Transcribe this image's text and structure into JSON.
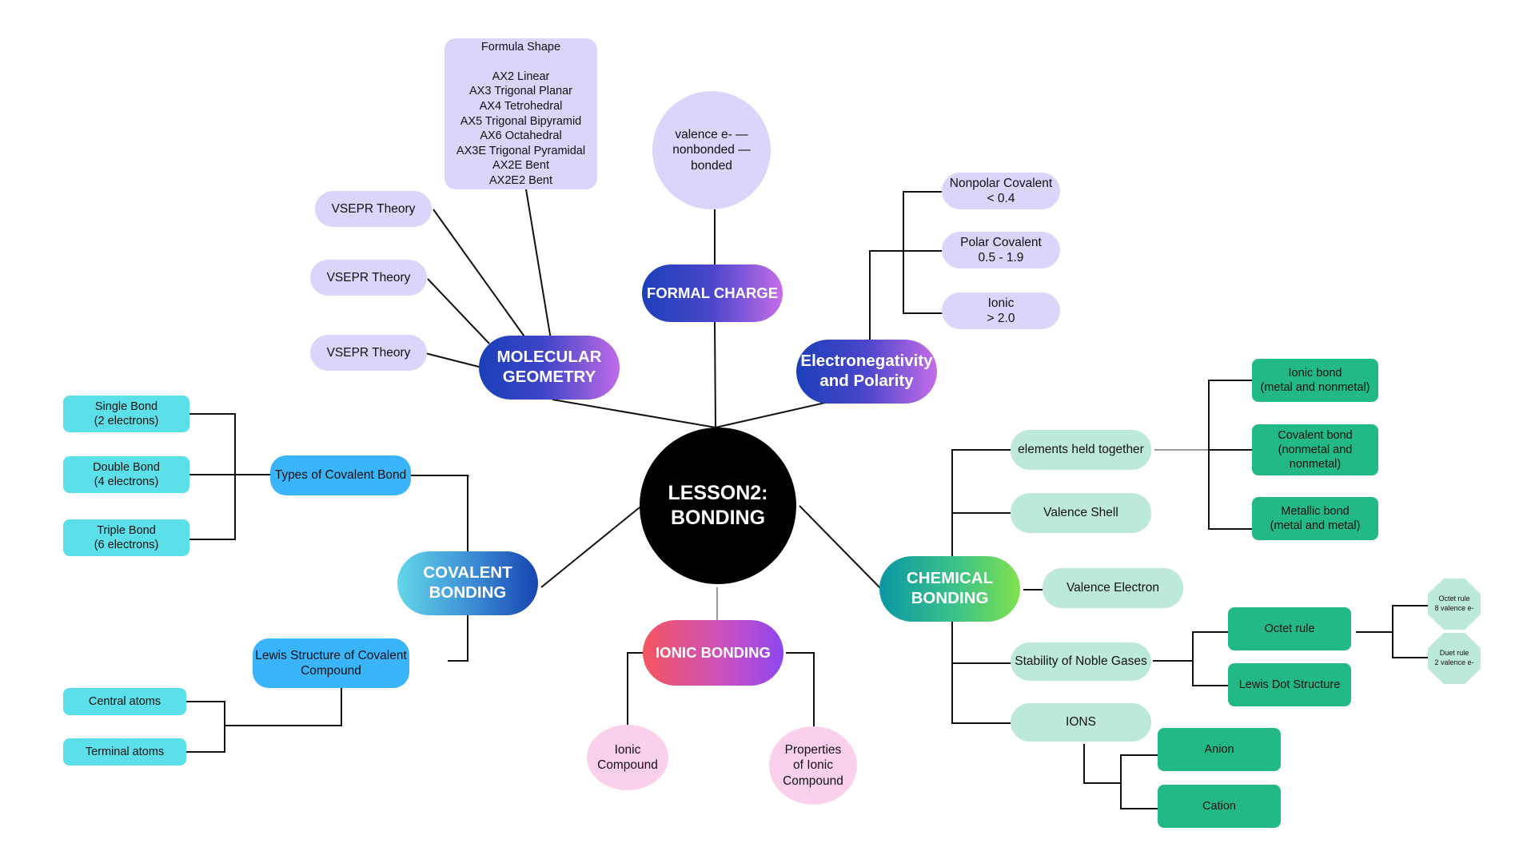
{
  "center": {
    "title": "LESSON2:\nBONDING"
  },
  "branches": {
    "molecular_geometry": "MOLECULAR\nGEOMETRY",
    "formal_charge": "FORMAL CHARGE",
    "electronegativity": "Electronegativity\nand Polarity",
    "covalent_bonding": "COVALENT\nBONDING",
    "ionic_bonding": "IONIC BONDING",
    "chemical_bonding": "CHEMICAL\nBONDING"
  },
  "molecular_geometry": {
    "formula_table": "Formula  Shape\n\nAX2  Linear\nAX3  Trigonal Planar\nAX4  Tetrohedral\nAX5  Trigonal Bipyramid\nAX6  Octahedral\nAX3E  Trigonal Pyramidal\nAX2E Bent\nAX2E2  Bent",
    "vsepr": [
      "VSEPR Theory",
      "VSEPR Theory",
      "VSEPR Theory"
    ]
  },
  "formal_charge": {
    "formula": "valence e- —\nnonbonded —\nbonded"
  },
  "electronegativity": {
    "items": [
      "Nonpolar Covalent\n< 0.4",
      "Polar Covalent\n0.5 - 1.9",
      "Ionic\n> 2.0"
    ]
  },
  "covalent_bonding": {
    "types_label": "Types of Covalent Bond",
    "types": [
      "Single Bond\n(2 electrons)",
      "Double Bond\n(4 electrons)",
      "Triple Bond\n(6 electrons)"
    ],
    "lewis_label": "Lewis Structure of Covalent\nCompound",
    "lewis_items": [
      "Central atoms",
      "Terminal atoms"
    ]
  },
  "ionic_bonding": {
    "items": [
      "Ionic\nCompound",
      "Properties\nof Ionic\nCompound"
    ]
  },
  "chemical_bonding": {
    "elements_held": "elements held together",
    "bond_types": [
      "Ionic bond\n(metal and nonmetal)",
      "Covalent bond\n(nonmetal and\nnonmetal)",
      "Metallic bond\n(metal and metal)"
    ],
    "valence_shell": "Valence Shell",
    "valence_electron": "Valence Electron",
    "stability": "Stability of Noble Gases",
    "octet_rule": "Octet rule",
    "lewis_dot": "Lewis Dot Structure",
    "octet_note": "Octet rule\n8 valence e-",
    "duet_note": "Duet rule\n2 valence e-",
    "ions": "IONS",
    "anion": "Anion",
    "cation": "Cation"
  },
  "colors": {
    "lavender": "#dcd4fb",
    "cyan": "#5bdfe8",
    "blue": "#3ab4fb",
    "mint": "#bde9da",
    "teal": "#23b986",
    "pink": "#fbd0ec",
    "center": "#000000"
  }
}
